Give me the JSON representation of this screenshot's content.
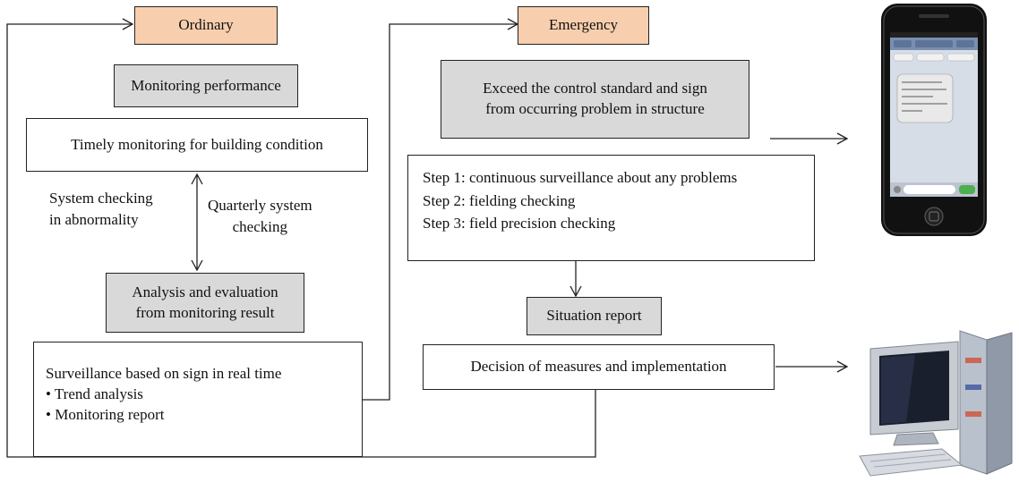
{
  "ordinary": {
    "header": "Ordinary",
    "monitoring_performance": "Monitoring performance",
    "timely_monitoring": "Timely monitoring for building condition",
    "left_check": [
      "System checking",
      "in abnormality"
    ],
    "right_check": [
      "Quarterly system",
      "checking"
    ],
    "analysis": [
      "Analysis and evaluation",
      "from monitoring result"
    ],
    "surveillance": {
      "title": "Surveillance based on sign in real time",
      "bullets": [
        "• Trend analysis",
        "• Monitoring report"
      ]
    }
  },
  "emergency": {
    "header": "Emergency",
    "exceed": [
      "Exceed the control standard  and sign",
      "from occurring problem in structure"
    ],
    "steps": [
      "Step 1: continuous surveillance about any problems",
      "Step 2: fielding checking",
      "Step 3: field precision checking"
    ],
    "situation_report": "Situation report",
    "decision": "Decision of measures and implementation"
  },
  "colors": {
    "header_fill": "#f8cfae",
    "step_fill": "#d9d9d9",
    "line": "#222222"
  },
  "icons": [
    "smartphone-icon",
    "desktop-computer-icon"
  ]
}
